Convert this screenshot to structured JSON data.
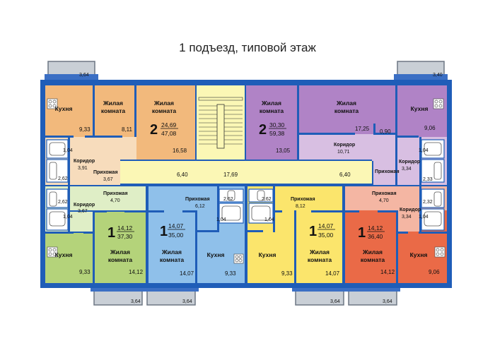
{
  "title": "1 подъезд, типовой этаж",
  "labels": {
    "kitchen": "Кухня",
    "living_1": "Жилая",
    "living_2": "комната",
    "corridor": "Коридор",
    "hall": "Прихожая"
  },
  "colors": {
    "wall": "#1f5db8",
    "orange": "#f2b97c",
    "orange_light": "#f7dcbc",
    "purple": "#b083c6",
    "purple_light": "#d8bfe2",
    "green": "#b4d37a",
    "green_light": "#dfeec6",
    "blue": "#8fc0ea",
    "yellow": "#fbe56c",
    "red": "#ea6a47",
    "red_light": "#f4b6a3",
    "common": "#fbf7b5",
    "balcony": "#c9cfd6"
  },
  "balconies": [
    "3,64",
    "3,40",
    "3,64",
    "3,64",
    "3,64",
    "3,64"
  ],
  "apartments": [
    {
      "rooms": "2",
      "living_area": "24,69",
      "total_area": "47,08",
      "areas": {
        "kitchen": "9,33",
        "room_a": "8,11",
        "room_b": "16,58",
        "bath": "1,04",
        "corridor": "3,91",
        "wc": "2,62",
        "hall": "3,67"
      }
    },
    {
      "rooms": "2",
      "living_area": "30,30",
      "total_area": "59,38",
      "areas": {
        "room_a": "13,05",
        "room_b": "17,25",
        "storage": "0,90",
        "corridor_main": "10,71",
        "kitchen": "9,06",
        "bath": "1,04",
        "corridor": "3,34",
        "wc": "2,33"
      }
    },
    {
      "rooms": "1",
      "living_area": "14,12",
      "total_area": "37,30",
      "areas": {
        "wc": "2,62",
        "corridor": "3,67",
        "bath": "1,04",
        "hall": "4,70",
        "kitchen": "9,33",
        "room": "14,12"
      }
    },
    {
      "rooms": "1",
      "living_area": "14,07",
      "total_area": "35,00",
      "areas": {
        "hall": "6,12",
        "wc": "2,62",
        "bath": "1,04",
        "room": "14,07",
        "kitchen": "9,33"
      }
    },
    {
      "rooms": "1",
      "living_area": "14,07",
      "total_area": "35,00",
      "areas": {
        "wc": "2,62",
        "bath": "1,04",
        "hall": "8,12",
        "kitchen": "9,33",
        "room": "14,07"
      }
    },
    {
      "rooms": "1",
      "living_area": "14,12",
      "total_area": "36,40",
      "areas": {
        "hall": "4,70",
        "wc": "2,32",
        "corridor": "3,34",
        "bath": "1,04",
        "room": "14,12",
        "kitchen": "9,06"
      }
    }
  ],
  "common": {
    "left": "6,40",
    "center": "17,69",
    "right": "6,40"
  }
}
